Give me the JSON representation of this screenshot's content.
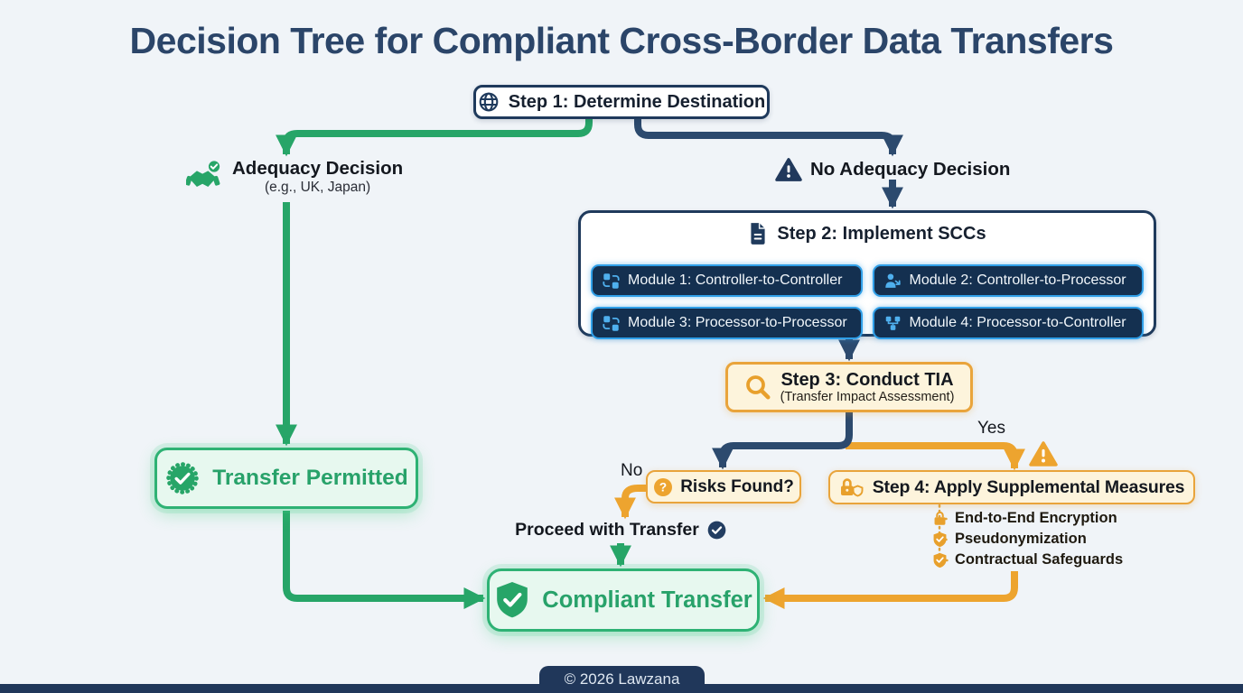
{
  "title": "Decision Tree for Compliant Cross-Border Data Transfers",
  "colors": {
    "navy": "#1f3a5c",
    "green": "#27a568",
    "orange": "#eda42f",
    "cream": "#fdf4dc",
    "module_bg": "#143050",
    "module_border": "#2f9fe8",
    "green_box_bg": "#e7f8ef",
    "background": "#f0f4f8"
  },
  "step1": {
    "label": "Step 1: Determine Destination",
    "icon": "globe-icon"
  },
  "branches": {
    "adequacy": {
      "title": "Adequacy Decision",
      "subtitle": "(e.g., UK, Japan)",
      "icon": "handshake-check-icon"
    },
    "no_adequacy": {
      "label": "No Adequacy Decision",
      "icon": "warning-triangle-icon"
    }
  },
  "step2": {
    "title": "Step 2: Implement SCCs",
    "icon": "document-icon",
    "modules": [
      {
        "label": "Module 1: Controller-to-Controller",
        "icon": "sync-arrows-icon"
      },
      {
        "label": "Module 2: Controller-to-Processor",
        "icon": "user-arrow-icon"
      },
      {
        "label": "Module 3: Processor-to-Processor",
        "icon": "sync-arrows-icon"
      },
      {
        "label": "Module 4: Processor-to-Controller",
        "icon": "org-blocks-icon"
      }
    ]
  },
  "step3": {
    "title": "Step 3: Conduct TIA",
    "subtitle": "(Transfer Impact Assessment)",
    "icon": "magnifier-icon"
  },
  "decision": {
    "yes_label": "Yes",
    "no_label": "No"
  },
  "risks": {
    "label": "Risks Found?",
    "icon": "question-circle-icon"
  },
  "step4": {
    "title": "Step 4: Apply Supplemental Measures",
    "icon": "lock-shield-icon",
    "warning_icon": "warning-triangle-icon",
    "measures": [
      {
        "label": "End-to-End Encryption",
        "icon": "lock-icon"
      },
      {
        "label": "Pseudonymization",
        "icon": "shield-check-icon"
      },
      {
        "label": "Contractual Safeguards",
        "icon": "shield-check-icon"
      }
    ]
  },
  "outcomes": {
    "transfer_permitted": {
      "label": "Transfer Permitted",
      "icon": "badge-check-icon"
    },
    "proceed": {
      "label": "Proceed with Transfer",
      "icon": "circle-check-icon"
    },
    "compliant": {
      "label": "Compliant Transfer",
      "icon": "shield-check-icon"
    }
  },
  "footer": {
    "label": "© 2026 Lawzana"
  }
}
